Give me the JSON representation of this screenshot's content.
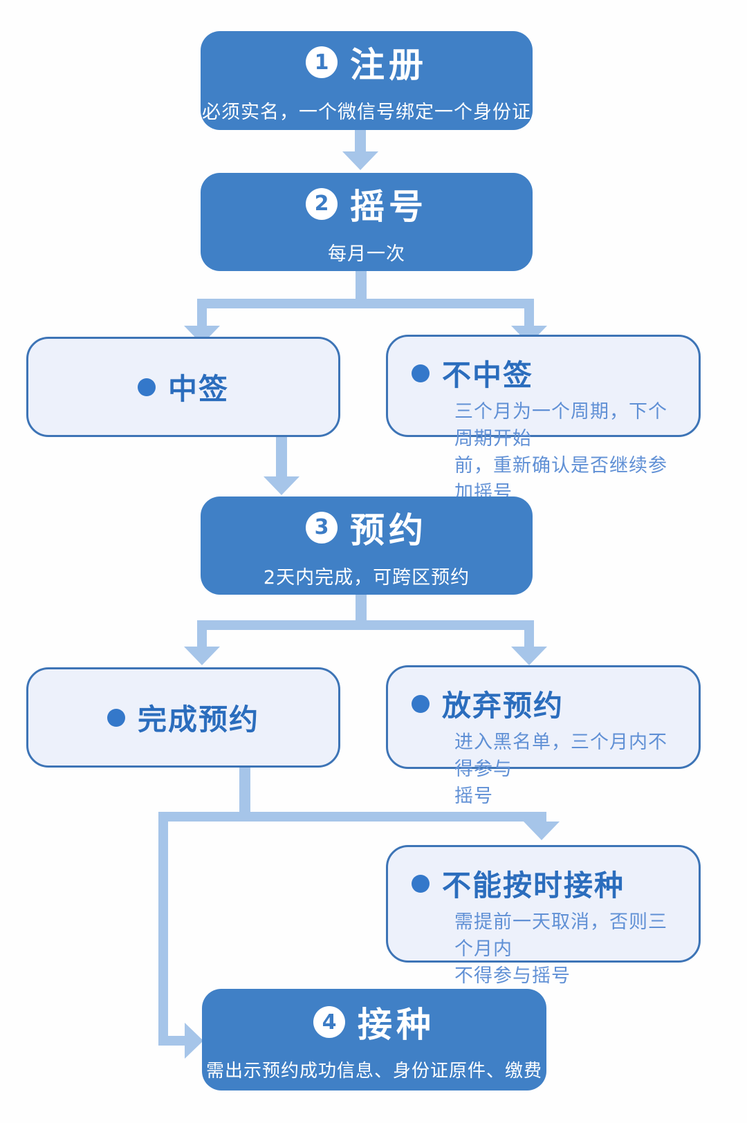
{
  "colors": {
    "step_box": "#4080c6",
    "step_text": "#ffffff",
    "outcome_fill": "#edf1fb",
    "outcome_border": "#3d74b6",
    "outcome_label": "#2b6dbd",
    "bullet": "#3478ca",
    "note_text": "#6090d5",
    "connector": "#a6c5e9",
    "badge_fill": "#ffffff",
    "badge_digit": "#3c7cc5"
  },
  "steps": [
    {
      "number": "1",
      "title": "注册",
      "subtitle": "必须实名，一个微信号绑定一个身份证"
    },
    {
      "number": "2",
      "title": "摇号",
      "subtitle": "每月一次"
    },
    {
      "number": "3",
      "title": "预约",
      "subtitle": "2天内完成，可跨区预约"
    },
    {
      "number": "4",
      "title": "接种",
      "subtitle": "需出示预约成功信息、身份证原件、缴费"
    }
  ],
  "outcomes": [
    {
      "label": "中签",
      "note": ""
    },
    {
      "label": "不中签",
      "note": "三个月为一个周期，下个周期开始\n前，重新确认是否继续参加摇号"
    },
    {
      "label": "完成预约",
      "note": ""
    },
    {
      "label": "放弃预约",
      "note": "进入黑名单，三个月内不得参与\n摇号"
    },
    {
      "label": "不能按时接种",
      "note": "需提前一天取消，否则三个月内\n不得参与摇号"
    }
  ]
}
